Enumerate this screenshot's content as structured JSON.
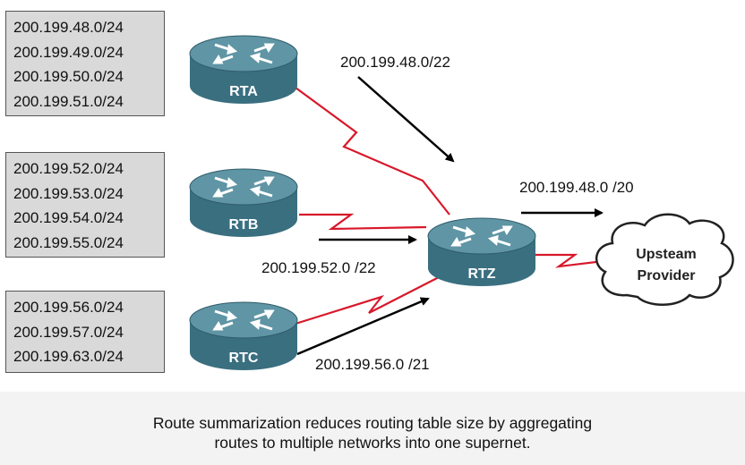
{
  "network_groups": [
    {
      "id": "rta",
      "networks": [
        "200.199.48.0/24",
        "200.199.49.0/24",
        "200.199.50.0/24",
        "200.199.51.0/24"
      ]
    },
    {
      "id": "rtb",
      "networks": [
        "200.199.52.0/24",
        "200.199.53.0/24",
        "200.199.54.0/24",
        "200.199.55.0/24"
      ]
    },
    {
      "id": "rtc",
      "networks": [
        "200.199.56.0/24",
        "200.199.57.0/24",
        "200.199.63.0/24"
      ]
    }
  ],
  "routers": {
    "rta": "RTA",
    "rtb": "RTB",
    "rtc": "RTC",
    "rtz": "RTZ"
  },
  "cloud": {
    "line1": "Upsteam",
    "line2": "Provider"
  },
  "summaries": {
    "rta": "200.199.48.0/22",
    "rtb": "200.199.52.0 /22",
    "rtc": "200.199.56.0 /21",
    "rtz": "200.199.48.0 /20"
  },
  "caption": {
    "line1": "Route summarization reduces routing table size by aggregating",
    "line2": "routes to multiple networks into one supernet."
  },
  "colors": {
    "link": "#d8182a",
    "router_top": "#5f95a4",
    "router_body": "#3a6f80",
    "box_bg": "#d9d9d9",
    "arrow": "#000000"
  }
}
